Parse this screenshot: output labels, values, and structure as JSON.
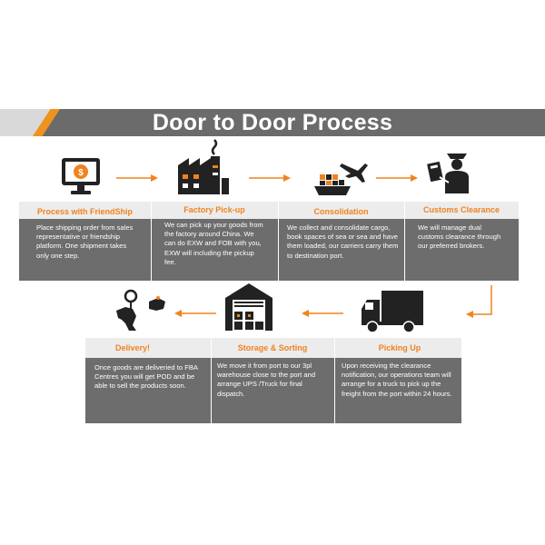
{
  "title": "Door to Door Process",
  "colors": {
    "accent": "#f0821f",
    "box": "#6d6d6d",
    "header": "#ececec",
    "banner": "#6b6b6b"
  },
  "steps": [
    {
      "title": "Process with FriendShip",
      "icon": "computer-icon",
      "desc": "Place shipping order from sales representative or friendship platform. One shipment takes only one step."
    },
    {
      "title": "Factory Pick-up",
      "icon": "factory-icon",
      "desc": "We can pick up your goods from the factory around China. We can do EXW and FOB with you, EXW will including the pickup fee."
    },
    {
      "title": "Consolidation",
      "icon": "ship-plane-icon",
      "desc": "We collect and consolidate cargo, book spaces of sea or sea and have them loaded, our carriers carry them to destination port."
    },
    {
      "title": "Customs Clearance",
      "icon": "customs-officer-icon",
      "desc": "We will manage dual customs clearance through our preferred brokers."
    },
    {
      "title": "Picking Up",
      "icon": "truck-icon",
      "desc": "Upon receiving the clearance notification, our operations team will arrange for a truck to pick up the freight from the port within 24 hours."
    },
    {
      "title": "Storage & Sorting",
      "icon": "warehouse-icon",
      "desc": "We move it from port to our 3pl warehouse close to the port and arrange UPS /Truck for final dispatch."
    },
    {
      "title": "Delivery!",
      "icon": "delivery-map-icon",
      "desc": "Once goods are deliveried to FBA Centres you will get POD and be able to sell the products soon."
    }
  ]
}
